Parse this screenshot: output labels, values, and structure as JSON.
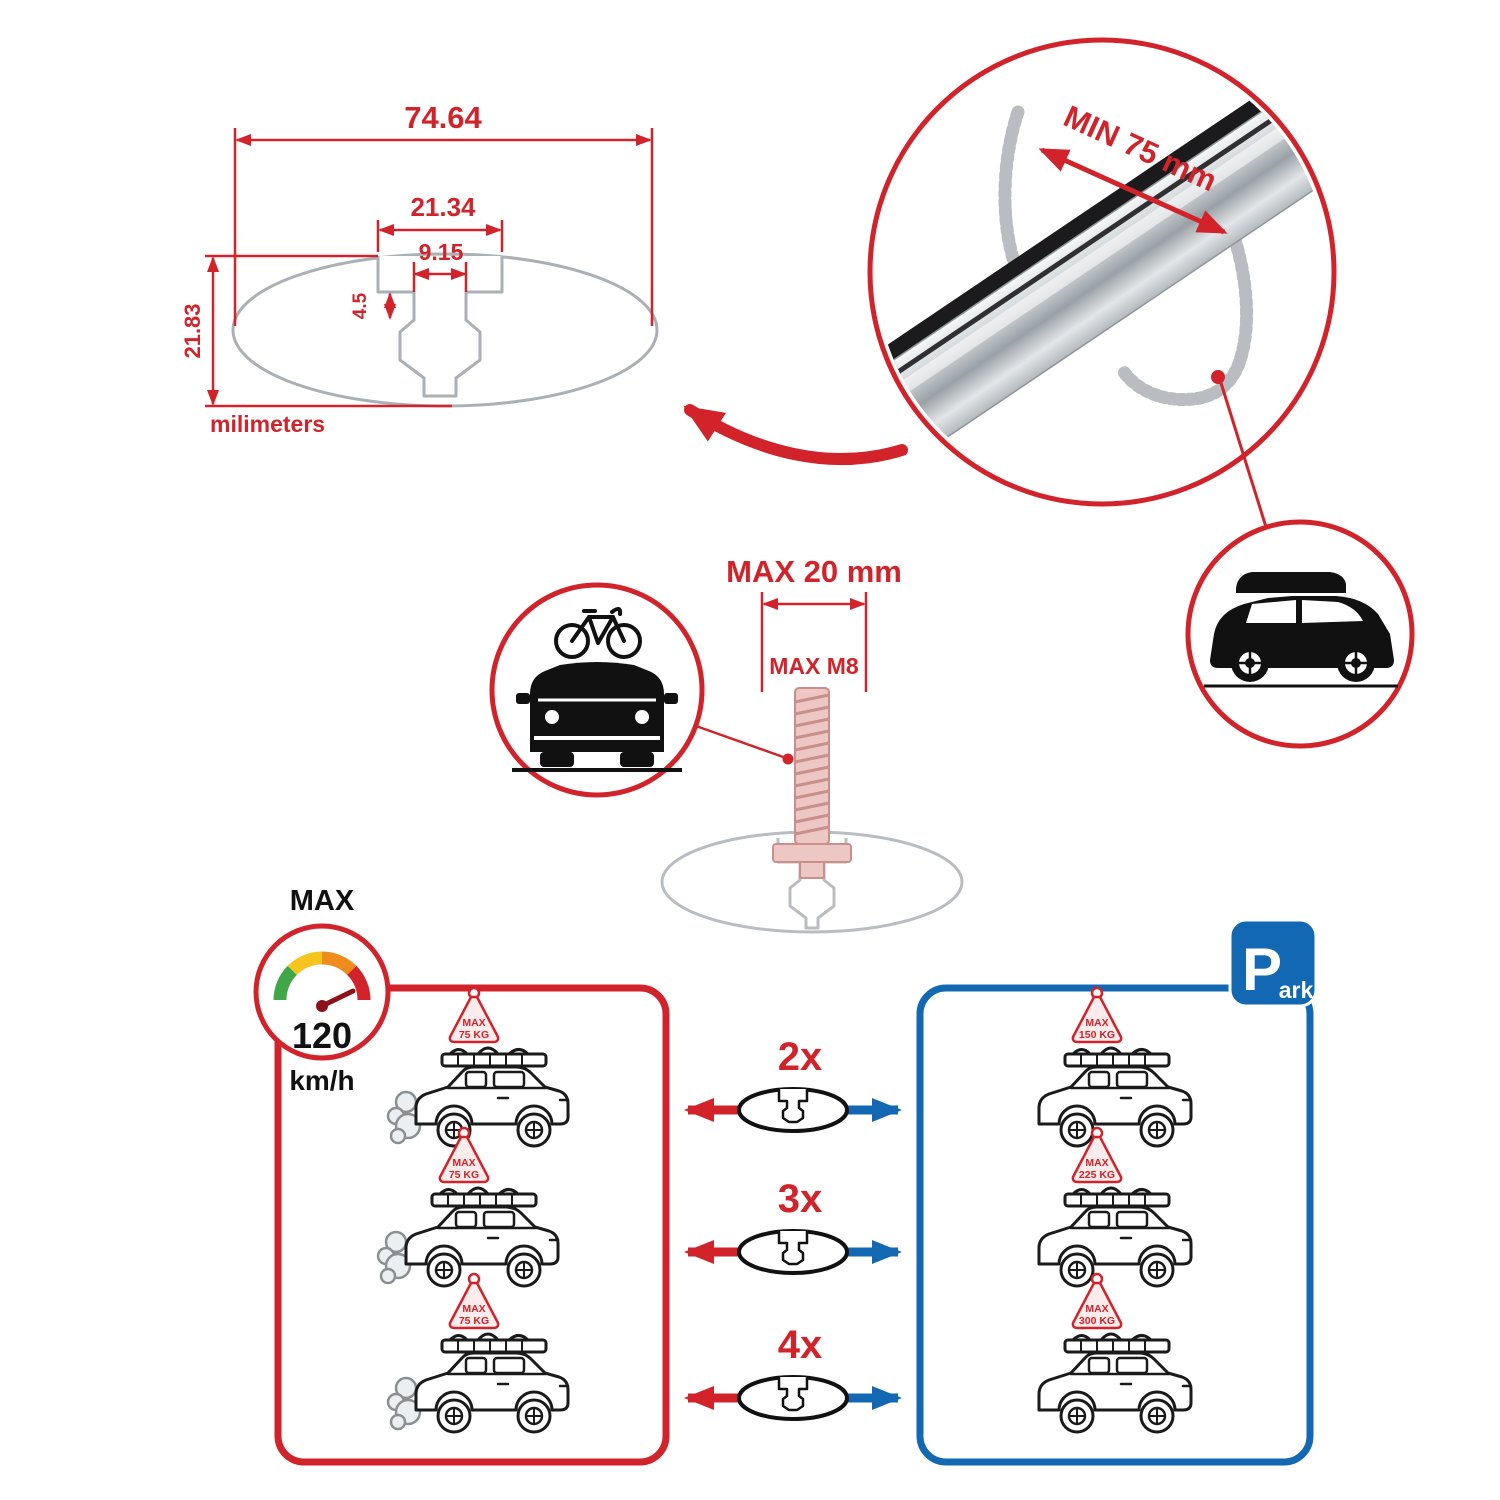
{
  "colors": {
    "red": "#d2232a",
    "blue": "#1268b3",
    "gray": "#aab0b5",
    "black": "#111111"
  },
  "cross_section": {
    "total_width": "74.64",
    "channel_width": "21.34",
    "slot_width": "9.15",
    "lip_depth": "4.5",
    "total_height": "21.83",
    "units": "milimeters"
  },
  "bar_zoom": {
    "min_span": "MIN 75 mm"
  },
  "mount": {
    "max_width": "MAX 20 mm",
    "bolt": "MAX M8"
  },
  "speed_badge": {
    "label": "MAX",
    "value": "120",
    "unit": "km/h"
  },
  "parking_sign": {
    "letter": "P",
    "suffix": "ark"
  },
  "driving_cars": [
    {
      "flag_top": "MAX",
      "flag_weight": "75 KG"
    },
    {
      "flag_top": "MAX",
      "flag_weight": "75 KG"
    },
    {
      "flag_top": "MAX",
      "flag_weight": "75 KG"
    }
  ],
  "parked_cars": [
    {
      "flag_top": "MAX",
      "flag_weight": "150 KG"
    },
    {
      "flag_top": "MAX",
      "flag_weight": "225 KG"
    },
    {
      "flag_top": "MAX",
      "flag_weight": "300 KG"
    }
  ],
  "bar_options": [
    {
      "count": "2x"
    },
    {
      "count": "3x"
    },
    {
      "count": "4x"
    }
  ]
}
